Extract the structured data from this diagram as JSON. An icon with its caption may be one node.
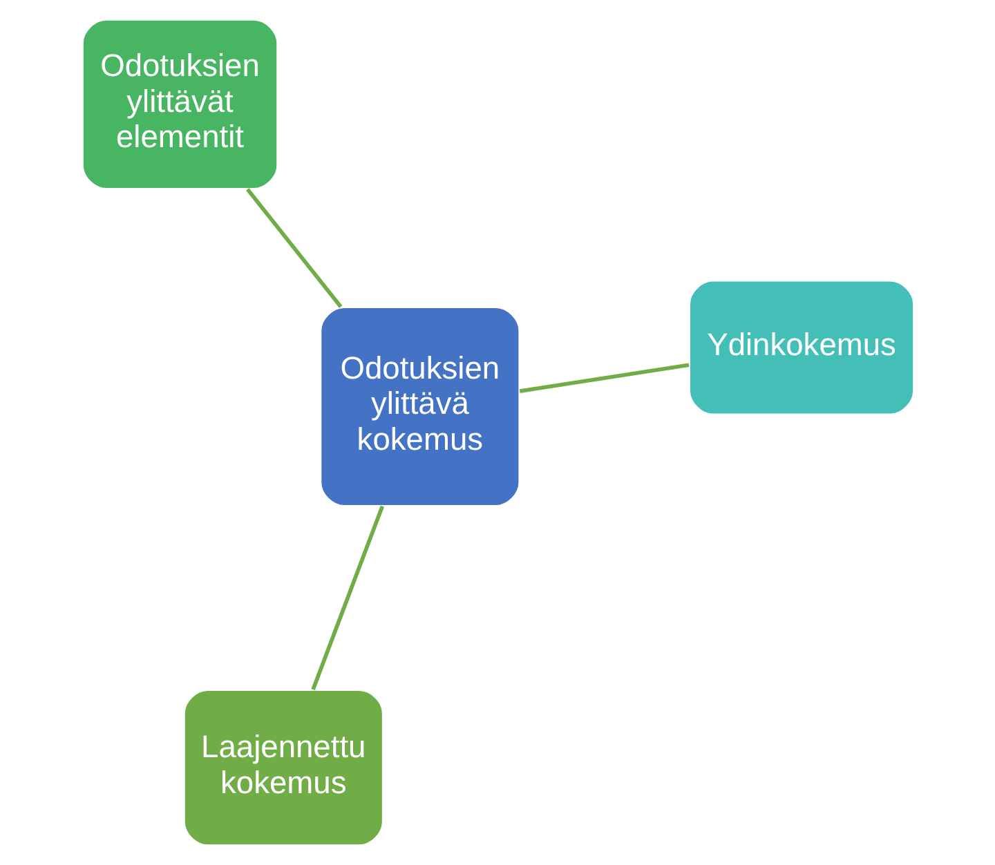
{
  "diagram": {
    "nodes": [
      {
        "text": [
          "Odotuksien ylittävä kokemus"
        ]
      },
      {
        "text": [
          "Ydinkokemus"
        ]
      },
      {
        "text": [
          "Laajennettu kokemus"
        ]
      },
      {
        "text": [
          "Odotuksien ylittävät elementit"
        ]
      }
    ],
    "edges": [
      {
        "from": 0,
        "to": 1,
        "arrow": "none",
        "color": "#70ad47"
      },
      {
        "from": 0,
        "to": 2,
        "arrow": "none",
        "color": "#70ad47"
      },
      {
        "from": 0,
        "to": 3,
        "arrow": "none",
        "color": "#70ad47"
      }
    ]
  }
}
